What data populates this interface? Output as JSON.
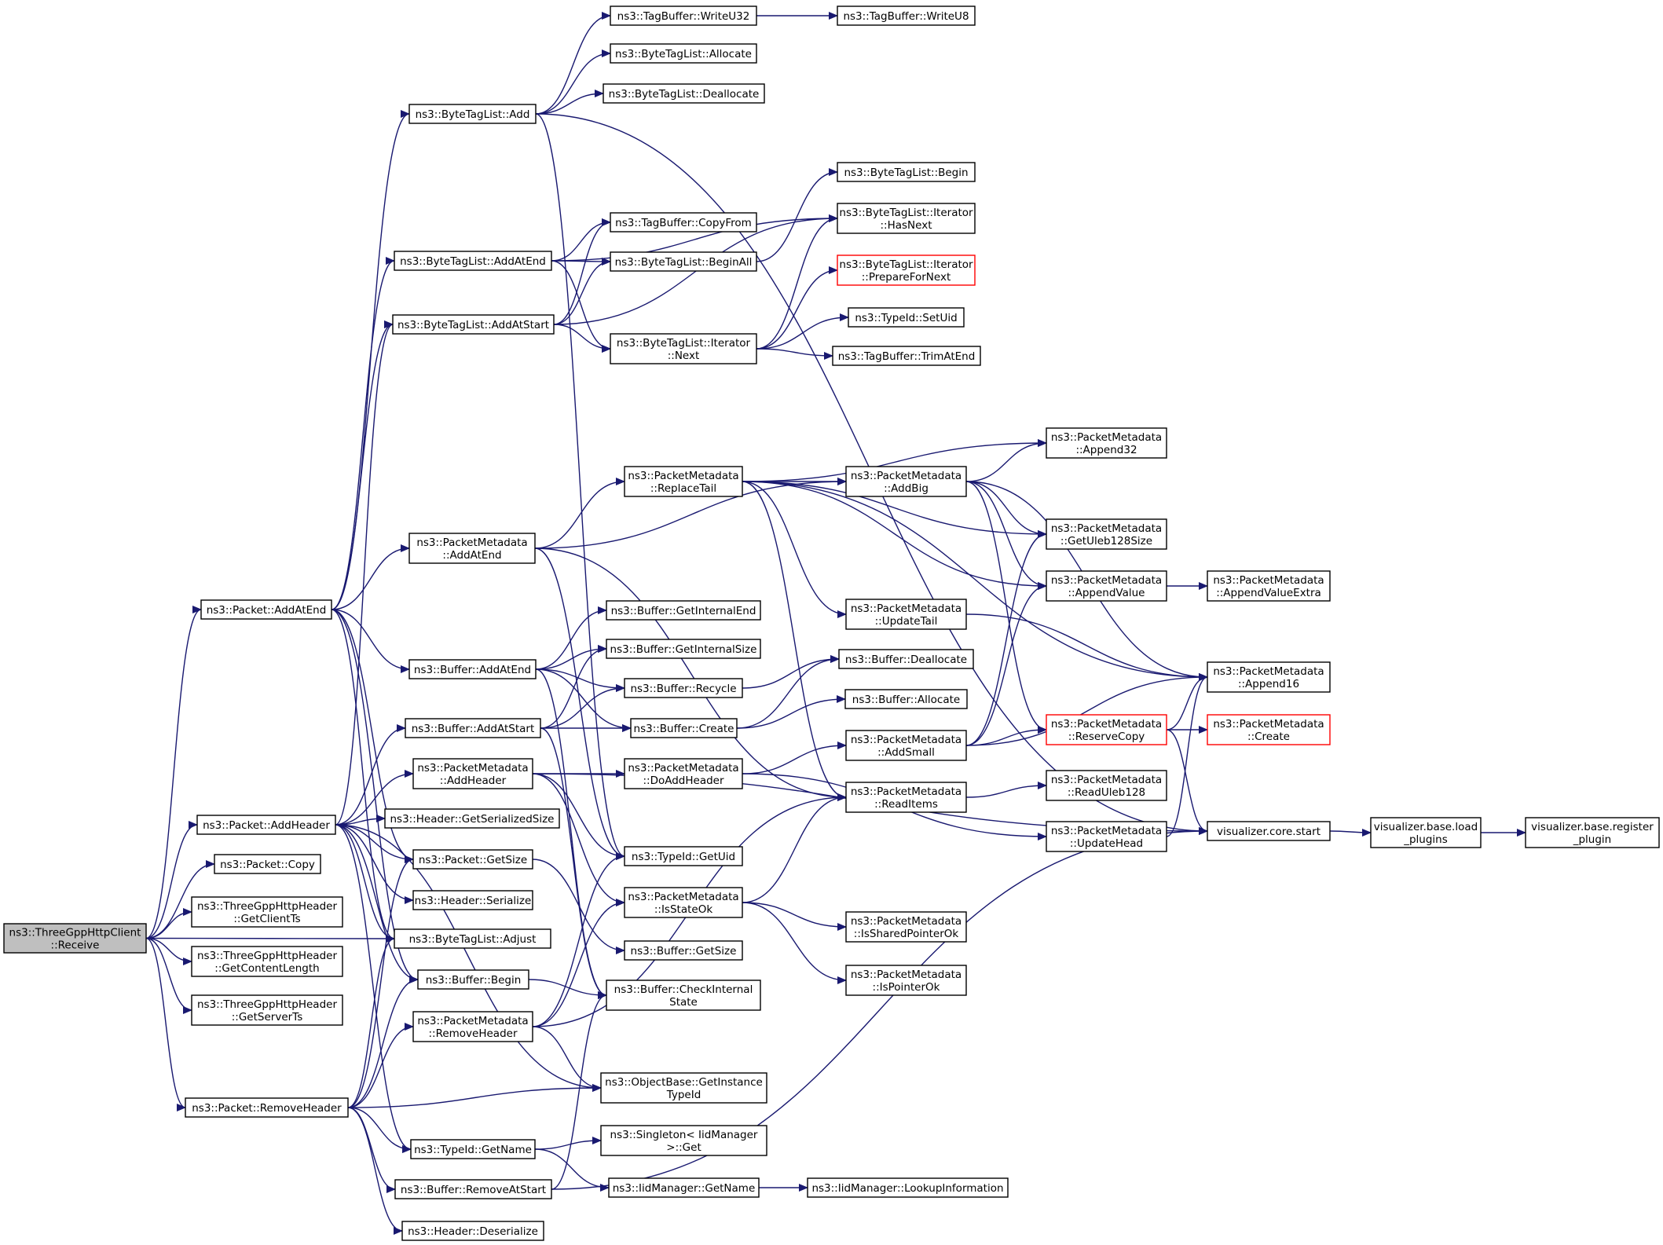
{
  "colors": {
    "edge": "#191970",
    "node_border": "#000000",
    "node_border_truncated": "#ff0000",
    "root_fill": "#bfbfbf",
    "node_fill": "#ffffff"
  },
  "nodes": [
    {
      "id": "receive",
      "lines": [
        "ns3::ThreeGppHttpClient",
        "::Receive"
      ],
      "root": true
    },
    {
      "id": "pkt_addatend",
      "lines": [
        "ns3::Packet::AddAtEnd"
      ]
    },
    {
      "id": "pkt_addheader",
      "lines": [
        "ns3::Packet::AddHeader"
      ]
    },
    {
      "id": "pkt_copy",
      "lines": [
        "ns3::Packet::Copy"
      ]
    },
    {
      "id": "hdr_getclientts",
      "lines": [
        "ns3::ThreeGppHttpHeader",
        "::GetClientTs"
      ]
    },
    {
      "id": "hdr_getcontentlength",
      "lines": [
        "ns3::ThreeGppHttpHeader",
        "::GetContentLength"
      ]
    },
    {
      "id": "hdr_getserverts",
      "lines": [
        "ns3::ThreeGppHttpHeader",
        "::GetServerTs"
      ]
    },
    {
      "id": "pkt_removeheader",
      "lines": [
        "ns3::Packet::RemoveHeader"
      ]
    },
    {
      "id": "btl_add",
      "lines": [
        "ns3::ByteTagList::Add"
      ]
    },
    {
      "id": "btl_addatend",
      "lines": [
        "ns3::ByteTagList::AddAtEnd"
      ]
    },
    {
      "id": "btl_addatstart",
      "lines": [
        "ns3::ByteTagList::AddAtStart"
      ]
    },
    {
      "id": "pm_addatend",
      "lines": [
        "ns3::PacketMetadata",
        "::AddAtEnd"
      ]
    },
    {
      "id": "buf_addatend",
      "lines": [
        "ns3::Buffer::AddAtEnd"
      ]
    },
    {
      "id": "buf_addatstart",
      "lines": [
        "ns3::Buffer::AddAtStart"
      ]
    },
    {
      "id": "pm_addheader",
      "lines": [
        "ns3::PacketMetadata",
        "::AddHeader"
      ]
    },
    {
      "id": "hdr_getserializedsize",
      "lines": [
        "ns3::Header::GetSerializedSize"
      ]
    },
    {
      "id": "pkt_getsize",
      "lines": [
        "ns3::Packet::GetSize"
      ]
    },
    {
      "id": "hdr_serialize",
      "lines": [
        "ns3::Header::Serialize"
      ]
    },
    {
      "id": "btl_adjust",
      "lines": [
        "ns3::ByteTagList::Adjust"
      ]
    },
    {
      "id": "buf_begin",
      "lines": [
        "ns3::Buffer::Begin"
      ]
    },
    {
      "id": "pm_removeheader",
      "lines": [
        "ns3::PacketMetadata",
        "::RemoveHeader"
      ]
    },
    {
      "id": "typeid_getname",
      "lines": [
        "ns3::TypeId::GetName"
      ]
    },
    {
      "id": "buf_removeatstart",
      "lines": [
        "ns3::Buffer::RemoveAtStart"
      ]
    },
    {
      "id": "hdr_deserialize",
      "lines": [
        "ns3::Header::Deserialize"
      ]
    },
    {
      "id": "tb_writeu32",
      "lines": [
        "ns3::TagBuffer::WriteU32"
      ]
    },
    {
      "id": "btl_allocate",
      "lines": [
        "ns3::ByteTagList::Allocate"
      ]
    },
    {
      "id": "btl_deallocate",
      "lines": [
        "ns3::ByteTagList::Deallocate"
      ]
    },
    {
      "id": "tb_copyfrom",
      "lines": [
        "ns3::TagBuffer::CopyFrom"
      ]
    },
    {
      "id": "btl_beginall",
      "lines": [
        "ns3::ByteTagList::BeginAll"
      ]
    },
    {
      "id": "btl_it_next",
      "lines": [
        "ns3::ByteTagList::Iterator",
        "::Next"
      ]
    },
    {
      "id": "pm_replacetail",
      "lines": [
        "ns3::PacketMetadata",
        "::ReplaceTail"
      ]
    },
    {
      "id": "buf_getinternalend",
      "lines": [
        "ns3::Buffer::GetInternalEnd"
      ]
    },
    {
      "id": "buf_getinternalsize",
      "lines": [
        "ns3::Buffer::GetInternalSize"
      ]
    },
    {
      "id": "buf_recycle",
      "lines": [
        "ns3::Buffer::Recycle"
      ]
    },
    {
      "id": "buf_create",
      "lines": [
        "ns3::Buffer::Create"
      ]
    },
    {
      "id": "pm_doaddheader",
      "lines": [
        "ns3::PacketMetadata",
        "::DoAddHeader"
      ]
    },
    {
      "id": "typeid_getuid",
      "lines": [
        "ns3::TypeId::GetUid"
      ]
    },
    {
      "id": "pm_isstateok",
      "lines": [
        "ns3::PacketMetadata",
        "::IsStateOk"
      ]
    },
    {
      "id": "buf_getsize",
      "lines": [
        "ns3::Buffer::GetSize"
      ]
    },
    {
      "id": "buf_checkinternalstate",
      "lines": [
        "ns3::Buffer::CheckInternal",
        "State"
      ]
    },
    {
      "id": "ob_getinstancetypeid",
      "lines": [
        "ns3::ObjectBase::GetInstance",
        "TypeId"
      ]
    },
    {
      "id": "singleton_get",
      "lines": [
        "ns3::Singleton< IidManager",
        ">::Get"
      ]
    },
    {
      "id": "iid_getname",
      "lines": [
        "ns3::IidManager::GetName"
      ]
    },
    {
      "id": "tb_writeu8",
      "lines": [
        "ns3::TagBuffer::WriteU8"
      ]
    },
    {
      "id": "btl_begin",
      "lines": [
        "ns3::ByteTagList::Begin"
      ]
    },
    {
      "id": "btl_it_hasnext",
      "lines": [
        "ns3::ByteTagList::Iterator",
        "::HasNext"
      ]
    },
    {
      "id": "btl_it_prepare",
      "lines": [
        "ns3::ByteTagList::Iterator",
        "::PrepareForNext"
      ],
      "truncated": true
    },
    {
      "id": "typeid_setuid",
      "lines": [
        "ns3::TypeId::SetUid"
      ]
    },
    {
      "id": "tb_trimatend",
      "lines": [
        "ns3::TagBuffer::TrimAtEnd"
      ]
    },
    {
      "id": "pm_addbig",
      "lines": [
        "ns3::PacketMetadata",
        "::AddBig"
      ]
    },
    {
      "id": "pm_updatetail",
      "lines": [
        "ns3::PacketMetadata",
        "::UpdateTail"
      ]
    },
    {
      "id": "buf_deallocate",
      "lines": [
        "ns3::Buffer::Deallocate"
      ]
    },
    {
      "id": "buf_allocate",
      "lines": [
        "ns3::Buffer::Allocate"
      ]
    },
    {
      "id": "pm_addsmall",
      "lines": [
        "ns3::PacketMetadata",
        "::AddSmall"
      ]
    },
    {
      "id": "pm_readitems",
      "lines": [
        "ns3::PacketMetadata",
        "::ReadItems"
      ]
    },
    {
      "id": "pm_issharedpointerok",
      "lines": [
        "ns3::PacketMetadata",
        "::IsSharedPointerOk"
      ]
    },
    {
      "id": "pm_ispointerok",
      "lines": [
        "ns3::PacketMetadata",
        "::IsPointerOk"
      ]
    },
    {
      "id": "iid_lookupinformation",
      "lines": [
        "ns3::IidManager::LookupInformation"
      ]
    },
    {
      "id": "pm_append32",
      "lines": [
        "ns3::PacketMetadata",
        "::Append32"
      ]
    },
    {
      "id": "pm_getuleb128size",
      "lines": [
        "ns3::PacketMetadata",
        "::GetUleb128Size"
      ]
    },
    {
      "id": "pm_appendvalue",
      "lines": [
        "ns3::PacketMetadata",
        "::AppendValue"
      ]
    },
    {
      "id": "pm_reservecopy",
      "lines": [
        "ns3::PacketMetadata",
        "::ReserveCopy"
      ],
      "truncated": true
    },
    {
      "id": "pm_readuleb128",
      "lines": [
        "ns3::PacketMetadata",
        "::ReadUleb128"
      ]
    },
    {
      "id": "pm_updatehead",
      "lines": [
        "ns3::PacketMetadata",
        "::UpdateHead"
      ]
    },
    {
      "id": "pm_appendvalueextra",
      "lines": [
        "ns3::PacketMetadata",
        "::AppendValueExtra"
      ]
    },
    {
      "id": "pm_append16",
      "lines": [
        "ns3::PacketMetadata",
        "::Append16"
      ]
    },
    {
      "id": "pm_create",
      "lines": [
        "ns3::PacketMetadata",
        "::Create"
      ],
      "truncated": true
    },
    {
      "id": "vis_core_start",
      "lines": [
        "visualizer.core.start"
      ]
    },
    {
      "id": "vis_base_load",
      "lines": [
        "visualizer.base.load",
        "_plugins"
      ]
    },
    {
      "id": "vis_base_register",
      "lines": [
        "visualizer.base.register",
        "_plugin"
      ]
    }
  ],
  "edges": [
    [
      "receive",
      "pkt_addatend"
    ],
    [
      "receive",
      "pkt_addheader"
    ],
    [
      "receive",
      "pkt_copy"
    ],
    [
      "receive",
      "hdr_getclientts"
    ],
    [
      "receive",
      "hdr_getcontentlength"
    ],
    [
      "receive",
      "hdr_getserverts"
    ],
    [
      "receive",
      "pkt_removeheader"
    ],
    [
      "receive",
      "btl_adjust"
    ],
    [
      "pkt_addatend",
      "btl_add"
    ],
    [
      "pkt_addatend",
      "btl_addatend"
    ],
    [
      "pkt_addatend",
      "btl_addatstart"
    ],
    [
      "pkt_addatend",
      "pm_addatend"
    ],
    [
      "pkt_addatend",
      "buf_addatend"
    ],
    [
      "pkt_addatend",
      "pkt_getsize"
    ],
    [
      "pkt_addatend",
      "btl_adjust"
    ],
    [
      "pkt_addatend",
      "buf_begin"
    ],
    [
      "pkt_addheader",
      "btl_addatstart"
    ],
    [
      "pkt_addheader",
      "buf_addatstart"
    ],
    [
      "pkt_addheader",
      "pm_addheader"
    ],
    [
      "pkt_addheader",
      "hdr_getserializedsize"
    ],
    [
      "pkt_addheader",
      "pkt_getsize"
    ],
    [
      "pkt_addheader",
      "hdr_serialize"
    ],
    [
      "pkt_addheader",
      "btl_adjust"
    ],
    [
      "pkt_addheader",
      "buf_begin"
    ],
    [
      "pkt_addheader",
      "typeid_getname"
    ],
    [
      "pkt_addheader",
      "ob_getinstancetypeid"
    ],
    [
      "pkt_removeheader",
      "pm_removeheader"
    ],
    [
      "pkt_removeheader",
      "typeid_getname"
    ],
    [
      "pkt_removeheader",
      "buf_removeatstart"
    ],
    [
      "pkt_removeheader",
      "hdr_deserialize"
    ],
    [
      "pkt_removeheader",
      "ob_getinstancetypeid"
    ],
    [
      "pkt_removeheader",
      "btl_adjust"
    ],
    [
      "pkt_removeheader",
      "buf_begin"
    ],
    [
      "pkt_removeheader",
      "pkt_getsize"
    ],
    [
      "btl_add",
      "tb_writeu32"
    ],
    [
      "btl_add",
      "btl_allocate"
    ],
    [
      "btl_add",
      "btl_deallocate"
    ],
    [
      "btl_add",
      "vis_core_start"
    ],
    [
      "btl_add",
      "typeid_getuid"
    ],
    [
      "btl_addatend",
      "tb_copyfrom"
    ],
    [
      "btl_addatend",
      "btl_beginall"
    ],
    [
      "btl_addatend",
      "btl_it_next"
    ],
    [
      "btl_addatend",
      "btl_it_hasnext"
    ],
    [
      "btl_addatstart",
      "tb_copyfrom"
    ],
    [
      "btl_addatstart",
      "btl_beginall"
    ],
    [
      "btl_addatstart",
      "btl_it_next"
    ],
    [
      "btl_addatstart",
      "btl_it_hasnext"
    ],
    [
      "tb_writeu32",
      "tb_writeu8"
    ],
    [
      "btl_beginall",
      "btl_begin"
    ],
    [
      "btl_it_next",
      "btl_it_hasnext"
    ],
    [
      "btl_it_next",
      "btl_it_prepare"
    ],
    [
      "btl_it_next",
      "typeid_setuid"
    ],
    [
      "btl_it_next",
      "tb_trimatend"
    ],
    [
      "pm_addatend",
      "pm_replacetail"
    ],
    [
      "pm_addatend",
      "pm_addbig"
    ],
    [
      "pm_addatend",
      "pm_readitems"
    ],
    [
      "pm_addatend",
      "typeid_getuid"
    ],
    [
      "pm_replacetail",
      "pm_append32"
    ],
    [
      "pm_replacetail",
      "pm_addbig"
    ],
    [
      "pm_replacetail",
      "pm_getuleb128size"
    ],
    [
      "pm_replacetail",
      "pm_appendvalue"
    ],
    [
      "pm_replacetail",
      "pm_updatetail"
    ],
    [
      "pm_replacetail",
      "pm_append16"
    ],
    [
      "pm_replacetail",
      "pm_readitems"
    ],
    [
      "pm_addbig",
      "pm_append32"
    ],
    [
      "pm_addbig",
      "pm_getuleb128size"
    ],
    [
      "pm_addbig",
      "pm_appendvalue"
    ],
    [
      "pm_addbig",
      "pm_reservecopy"
    ],
    [
      "pm_addbig",
      "pm_append16"
    ],
    [
      "buf_addatend",
      "buf_getinternalend"
    ],
    [
      "buf_addatend",
      "buf_getinternalsize"
    ],
    [
      "buf_addatend",
      "buf_recycle"
    ],
    [
      "buf_addatend",
      "buf_create"
    ],
    [
      "buf_addatend",
      "buf_checkinternalstate"
    ],
    [
      "buf_addatstart",
      "buf_getinternalsize"
    ],
    [
      "buf_addatstart",
      "buf_recycle"
    ],
    [
      "buf_addatstart",
      "buf_create"
    ],
    [
      "buf_addatstart",
      "buf_checkinternalstate"
    ],
    [
      "buf_recycle",
      "buf_deallocate"
    ],
    [
      "buf_create",
      "buf_deallocate"
    ],
    [
      "buf_create",
      "buf_allocate"
    ],
    [
      "pm_addheader",
      "pm_doaddheader"
    ],
    [
      "pm_addheader",
      "typeid_getuid"
    ],
    [
      "pm_addheader",
      "pm_isstateok"
    ],
    [
      "pm_addheader",
      "vis_core_start"
    ],
    [
      "pm_doaddheader",
      "pm_addsmall"
    ],
    [
      "pm_doaddheader",
      "pm_updatehead"
    ],
    [
      "pm_addsmall",
      "pm_getuleb128size"
    ],
    [
      "pm_addsmall",
      "pm_appendvalue"
    ],
    [
      "pm_addsmall",
      "pm_reservecopy"
    ],
    [
      "pm_addsmall",
      "pm_append16"
    ],
    [
      "pm_readitems",
      "pm_readuleb128"
    ],
    [
      "pm_isstateok",
      "pm_issharedpointerok"
    ],
    [
      "pm_isstateok",
      "pm_ispointerok"
    ],
    [
      "pm_isstateok",
      "pm_readitems"
    ],
    [
      "pkt_getsize",
      "buf_getsize"
    ],
    [
      "buf_begin",
      "buf_checkinternalstate"
    ],
    [
      "pm_removeheader",
      "typeid_getuid"
    ],
    [
      "pm_removeheader",
      "pm_isstateok"
    ],
    [
      "pm_removeheader",
      "pm_readitems"
    ],
    [
      "pm_removeheader",
      "ob_getinstancetypeid"
    ],
    [
      "typeid_getname",
      "singleton_get"
    ],
    [
      "typeid_getname",
      "iid_getname"
    ],
    [
      "iid_getname",
      "iid_lookupinformation"
    ],
    [
      "buf_removeatstart",
      "buf_checkinternalstate"
    ],
    [
      "buf_removeatstart",
      "vis_core_start"
    ],
    [
      "pm_appendvalue",
      "pm_appendvalueextra"
    ],
    [
      "pm_updatetail",
      "pm_append16"
    ],
    [
      "pm_updatehead",
      "pm_append16"
    ],
    [
      "pm_reservecopy",
      "pm_append16"
    ],
    [
      "pm_reservecopy",
      "pm_create"
    ],
    [
      "pm_reservecopy",
      "vis_core_start"
    ],
    [
      "vis_core_start",
      "vis_base_load"
    ],
    [
      "vis_base_load",
      "vis_base_register"
    ]
  ]
}
